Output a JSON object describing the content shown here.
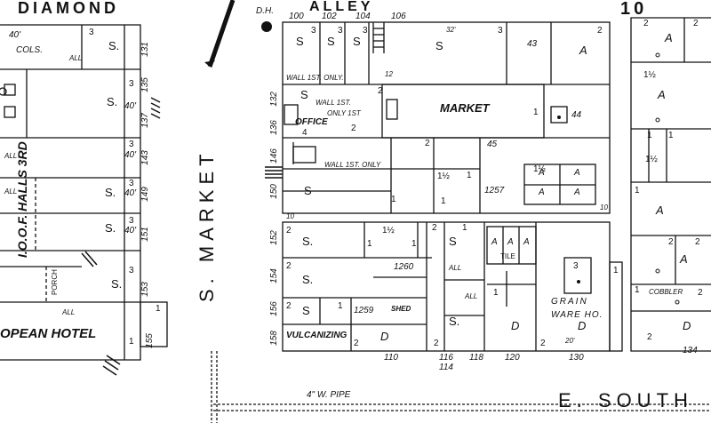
{
  "streets": {
    "diamond": "DIAMOND",
    "alley": "ALLEY",
    "s_market": "S. MARKET",
    "e_south": "E. SOUTH"
  },
  "sheet_number": "10",
  "marker_dh": "D.H.",
  "pipe": "4\" W. PIPE",
  "left_block": {
    "dims": [
      "40'",
      "40'",
      "40'",
      "40'",
      "40'"
    ],
    "cols": "COLS.",
    "ioof": "I.O.O.F. HALLS 3RD",
    "hotel": "OPEAN HOTEL",
    "s_labels": [
      "S.",
      "S.",
      "S.",
      "S.",
      "S."
    ],
    "all_labels": [
      "ALL",
      "ALL",
      "ALL",
      "ALL"
    ],
    "stories": [
      "3",
      "3",
      "3",
      "3",
      "3",
      "3"
    ],
    "addresses": [
      "131",
      "135",
      "137",
      "143",
      "149",
      "151",
      "153",
      "155"
    ],
    "ones": [
      "1",
      "1"
    ],
    "porch": "PORCH"
  },
  "main_block": {
    "top_numbers": [
      "100",
      "102",
      "104",
      "106"
    ],
    "market": "MARKET",
    "office": "OFFICE",
    "wall_notes": [
      "WALL 1ST. ONLY.",
      "WALL 1ST.",
      "WALL 1ST. ONLY",
      "ONLY 1ST"
    ],
    "side_numbers": [
      "132",
      "136",
      "146",
      "150"
    ],
    "interior_numbers": [
      "43",
      "44",
      "45",
      "1257"
    ],
    "dim_32": "32'",
    "s_labels": [
      "S",
      "S",
      "S",
      "S",
      "S",
      "S"
    ],
    "a_labels": [
      "A",
      "A",
      "A",
      "A",
      "A"
    ],
    "stories": [
      "3",
      "3",
      "3",
      "3",
      "2",
      "2",
      "2",
      "1",
      "1",
      "1",
      "1½",
      "1½",
      "1",
      "2",
      "4"
    ],
    "misc": [
      "12",
      "10",
      "10"
    ]
  },
  "lower_block": {
    "side_numbers": [
      "152",
      "154",
      "156",
      "158"
    ],
    "bottom_numbers": [
      "110",
      "116",
      "114",
      "118",
      "120",
      "130"
    ],
    "interior_numbers": [
      "1260",
      "1259"
    ],
    "s_labels": [
      "S.",
      "S.",
      "S",
      "S.",
      "S"
    ],
    "vulcanizing": "VULCANIZING",
    "shed": "SHED",
    "d_labels": [
      "D",
      "D",
      "D"
    ],
    "all_labels": [
      "ALL",
      "ALL"
    ],
    "grain": "GRAIN",
    "ware_ho": "WARE HO.",
    "tile": "TILE",
    "a_labels": [
      "A",
      "A",
      "A"
    ],
    "dim_20": "20'",
    "stories": [
      "2",
      "2",
      "2",
      "2",
      "1",
      "1",
      "1",
      "1",
      "1½",
      "3",
      "2",
      "1",
      "2",
      "2",
      "1"
    ]
  },
  "right_block": {
    "a_labels": [
      "A",
      "A",
      "A",
      "A"
    ],
    "d_label": "D",
    "cobbler": "COBBLER",
    "address": "134",
    "stories": [
      "2",
      "2",
      "1½",
      "1",
      "1½",
      "1",
      "1",
      "2",
      "2",
      "1",
      "2",
      "2"
    ]
  },
  "colors": {
    "ink": "#111111",
    "paper": "#ffffff"
  }
}
